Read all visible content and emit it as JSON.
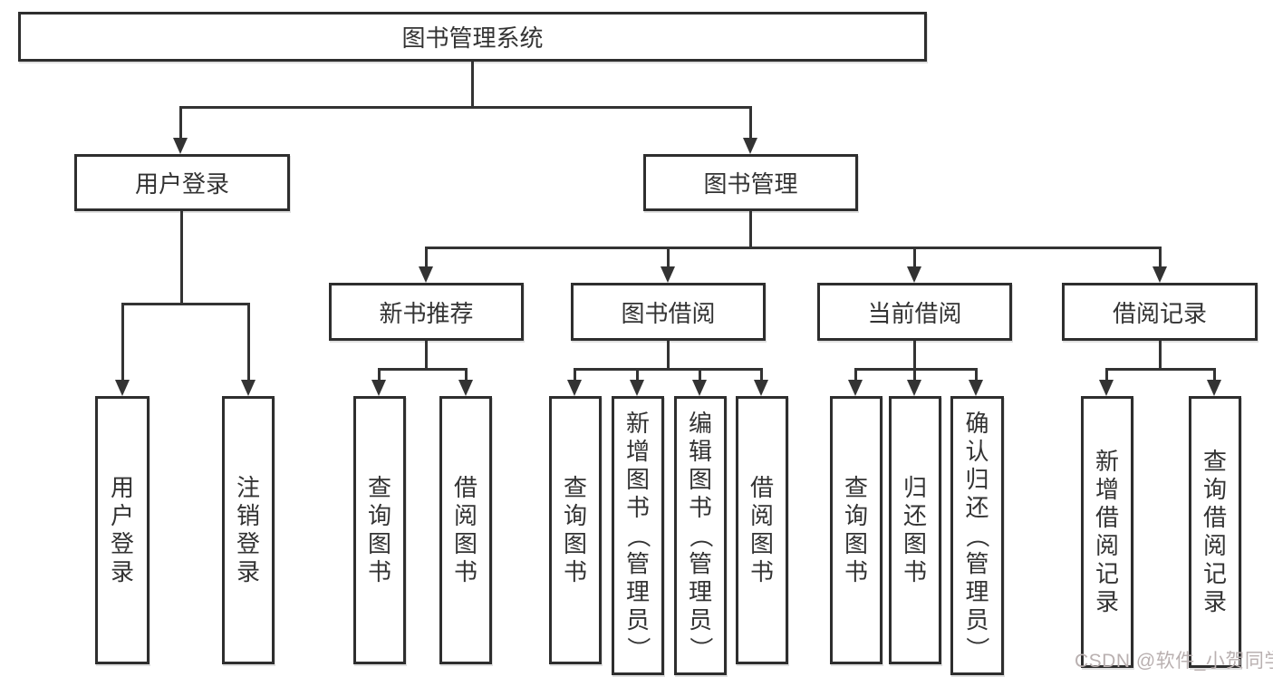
{
  "root": {
    "label": "图书管理系统"
  },
  "level2": [
    {
      "label": "用户登录"
    },
    {
      "label": "图书管理"
    }
  ],
  "level3": [
    {
      "label": "新书推荐"
    },
    {
      "label": "图书借阅"
    },
    {
      "label": "当前借阅"
    },
    {
      "label": "借阅记录"
    }
  ],
  "leaves": {
    "user_login": [
      "用户登录",
      "注销登录"
    ],
    "new_books": [
      "查询图书",
      "借阅图书"
    ],
    "book_borrow": [
      "查询图书",
      "新增图书（管理员）",
      "编辑图书（管理员）",
      "借阅图书"
    ],
    "current_borrow": [
      "查询图书",
      "归还图书",
      "确认归还（管理员）"
    ],
    "borrow_records": [
      "新增借阅记录",
      "查询借阅记录"
    ]
  },
  "watermark": "CSDN @软件_小贺同学",
  "colors": {
    "line": "#333333",
    "box_border": "#2e2e2e",
    "text": "#333333",
    "watermark": "#b9b0b0",
    "background": "#ffffff"
  }
}
